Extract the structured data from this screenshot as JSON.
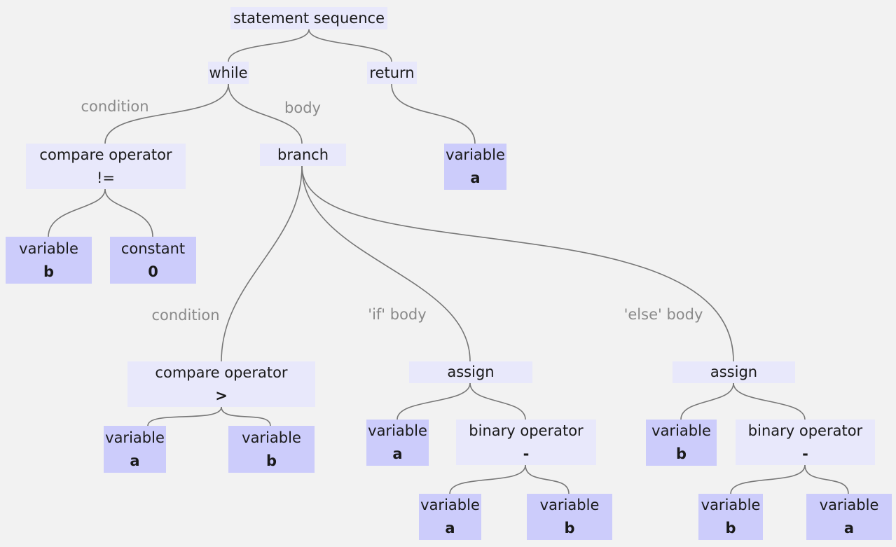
{
  "nodes": {
    "seq": {
      "label": "statement sequence"
    },
    "while": {
      "label": "while"
    },
    "return": {
      "label": "return"
    },
    "cmp1": {
      "label": "compare operator",
      "value": "!="
    },
    "branch": {
      "label": "branch"
    },
    "ret_var": {
      "label": "variable",
      "value": "a"
    },
    "var_b1": {
      "label": "variable",
      "value": "b"
    },
    "const0": {
      "label": "constant",
      "value": "0"
    },
    "cmp2": {
      "label": "compare operator",
      "value": ">"
    },
    "assign1": {
      "label": "assign"
    },
    "assign2": {
      "label": "assign"
    },
    "cmp2_a": {
      "label": "variable",
      "value": "a"
    },
    "cmp2_b": {
      "label": "variable",
      "value": "b"
    },
    "as1_var": {
      "label": "variable",
      "value": "a"
    },
    "as1_op": {
      "label": "binary operator",
      "value": "-"
    },
    "as2_var": {
      "label": "variable",
      "value": "b"
    },
    "as2_op": {
      "label": "binary operator",
      "value": "-"
    },
    "op1_a": {
      "label": "variable",
      "value": "a"
    },
    "op1_b": {
      "label": "variable",
      "value": "b"
    },
    "op2_b": {
      "label": "variable",
      "value": "b"
    },
    "op2_a": {
      "label": "variable",
      "value": "a"
    }
  },
  "edge_labels": {
    "while_condition": "condition",
    "while_body": "body",
    "branch_condition": "condition",
    "branch_if": "'if' body",
    "branch_else": "'else' body"
  },
  "colors": {
    "background": "#f2f2f2",
    "node_light": "#e8e8fb",
    "node_dark": "#ccccfb",
    "edge": "#777777",
    "edge_label": "#8a8a8a"
  }
}
